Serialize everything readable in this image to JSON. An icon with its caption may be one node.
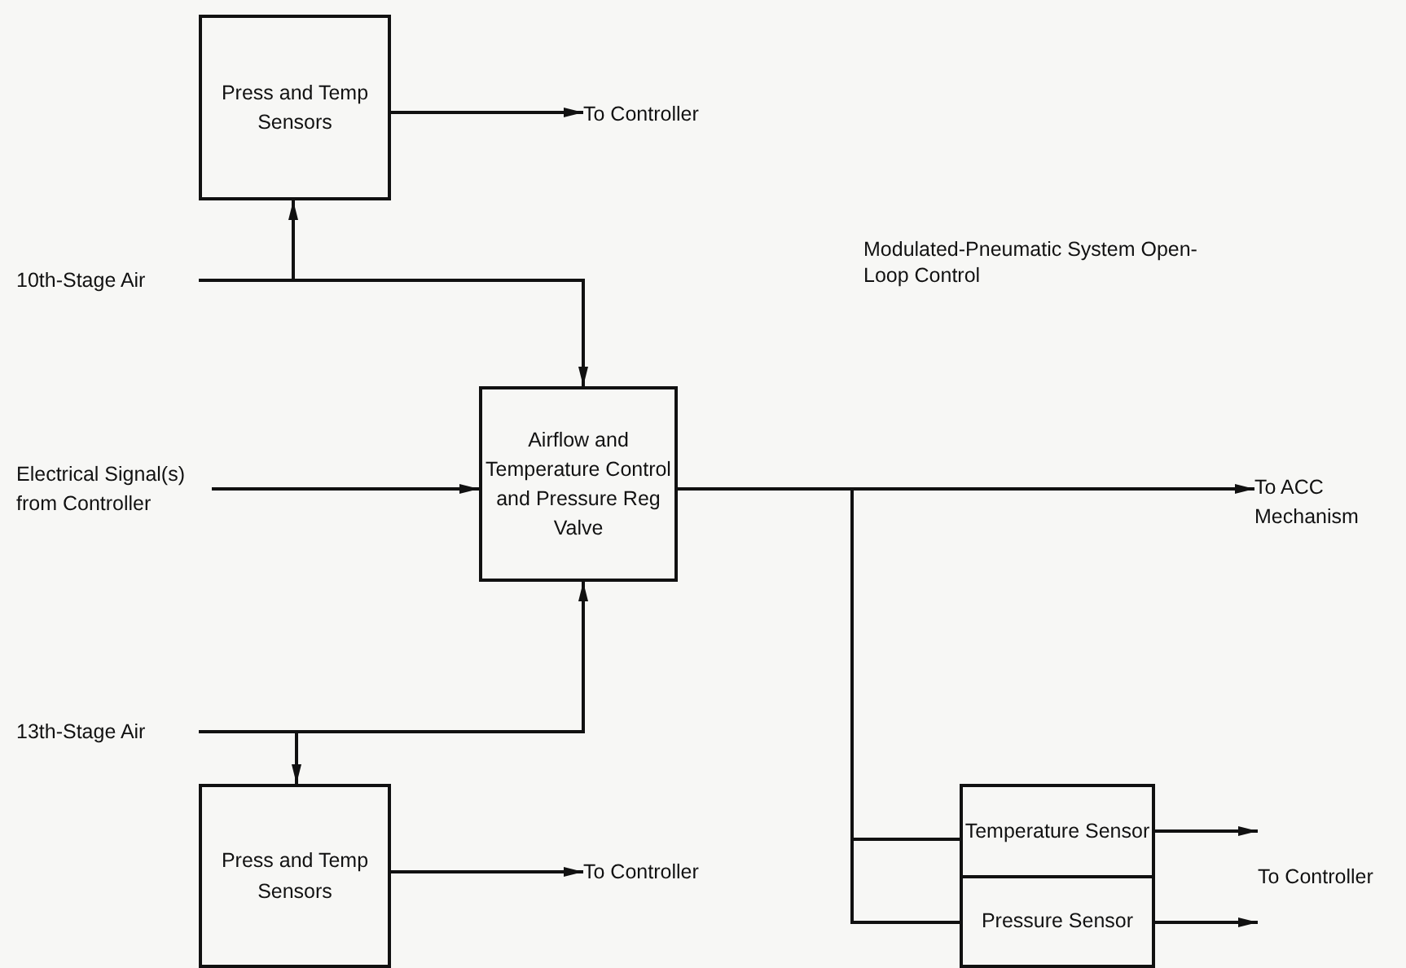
{
  "diagram": {
    "nodes": [
      {
        "text": [
          "Press and Temp Sensors"
        ]
      },
      {
        "text": [
          "To Controller"
        ]
      },
      {
        "text": [
          "10th-Stage Air"
        ]
      },
      {
        "text": [
          "Airflow and Temperature Control and Pressure Reg Valve"
        ]
      },
      {
        "text": [
          "Electrical Signal(s) from Controller"
        ]
      },
      {
        "text": [
          "To ACC Mechanism"
        ]
      },
      {
        "text": [
          "13th-Stage Air"
        ]
      },
      {
        "text": [
          "Press and Temp Sensors"
        ]
      },
      {
        "text": [
          "To Controller"
        ]
      },
      {
        "text": [
          "Temperature Sensor"
        ]
      },
      {
        "text": [
          "Pressure Sensor"
        ]
      },
      {
        "text": [
          "To Controller"
        ]
      }
    ],
    "edges": [
      {
        "from": 0,
        "to": 1,
        "arrow": "to"
      },
      {
        "from": 2,
        "to": 0,
        "arrow": "to"
      },
      {
        "from": 2,
        "to": 3,
        "arrow": "to"
      },
      {
        "from": 4,
        "to": 3,
        "arrow": "to"
      },
      {
        "from": 3,
        "to": 5,
        "arrow": "to"
      },
      {
        "from": 6,
        "to": 3,
        "arrow": "to"
      },
      {
        "from": 6,
        "to": 7,
        "arrow": "to"
      },
      {
        "from": 3,
        "to": 9,
        "arrow": "none"
      },
      {
        "from": 3,
        "to": 10,
        "arrow": "none"
      },
      {
        "from": 7,
        "to": 8,
        "arrow": "to"
      },
      {
        "from": 9,
        "to": 11,
        "arrow": "to"
      },
      {
        "from": 10,
        "to": 11,
        "arrow": "to"
      }
    ],
    "labels": [
      "Modulated-Pneumatic System Open-Loop Control"
    ]
  }
}
